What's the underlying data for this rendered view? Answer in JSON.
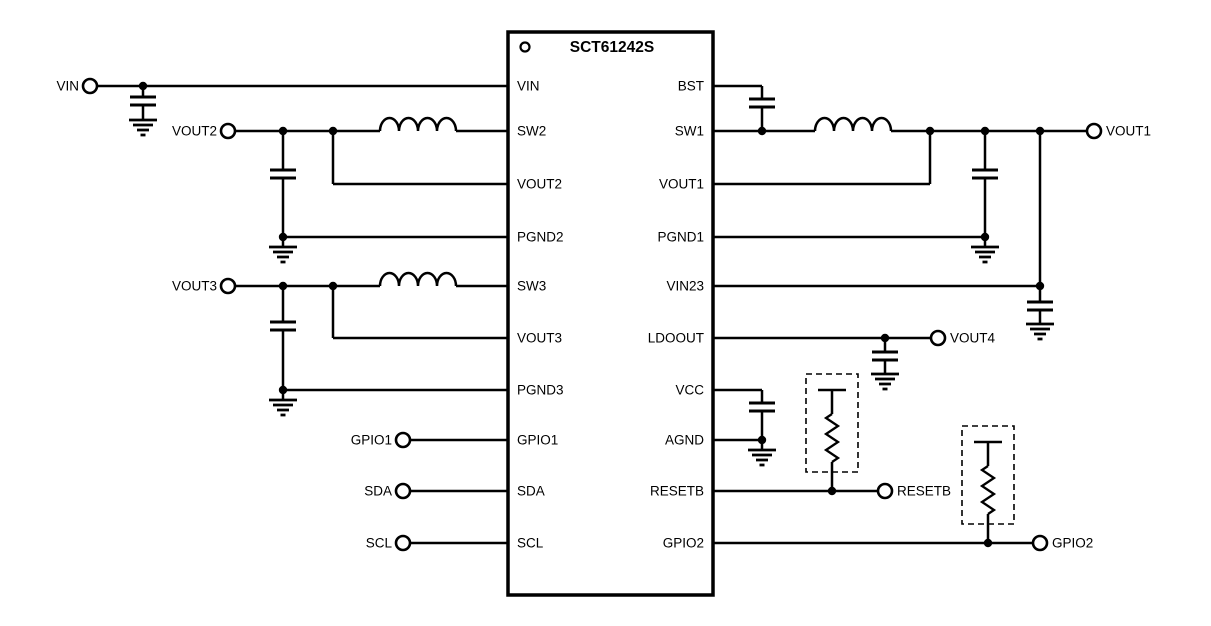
{
  "schematic": {
    "title": "SCT61242S",
    "left_pins": [
      "VIN",
      "SW2",
      "VOUT2",
      "PGND2",
      "SW3",
      "VOUT3",
      "PGND3",
      "GPIO1",
      "SDA",
      "SCL"
    ],
    "right_pins": [
      "BST",
      "SW1",
      "VOUT1",
      "PGND1",
      "VIN23",
      "LDOOUT",
      "VCC",
      "AGND",
      "RESETB",
      "GPIO2"
    ],
    "left_terminals": [
      "VIN",
      "VOUT2",
      "VOUT3",
      "GPIO1",
      "SDA",
      "SCL"
    ],
    "right_terminals": [
      "VOUT1",
      "VOUT4",
      "RESETB",
      "GPIO2"
    ],
    "colors": {
      "line": "#000000",
      "background": "#ffffff"
    }
  }
}
